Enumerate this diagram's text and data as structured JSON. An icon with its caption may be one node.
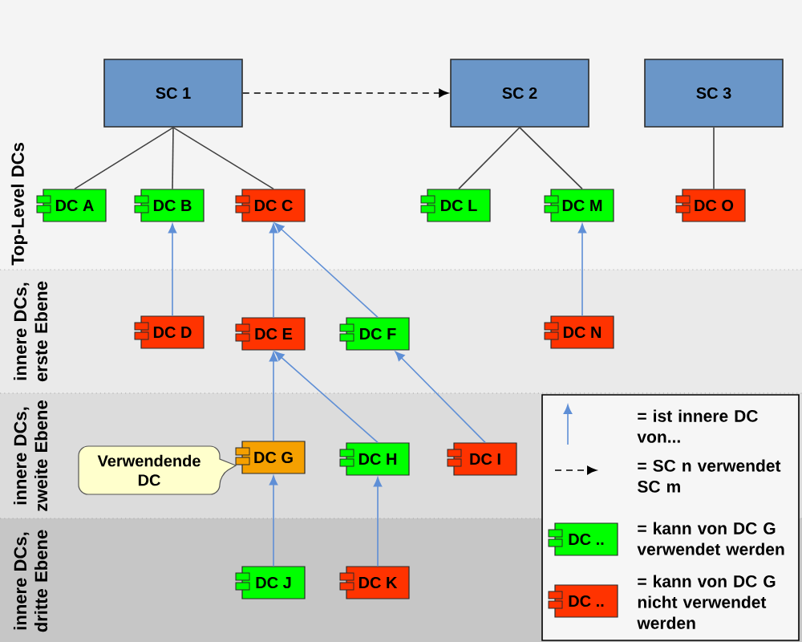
{
  "diagram": {
    "nodes": [
      {
        "text": [
          "Top-Level DCs"
        ]
      },
      {
        "text": [
          "SC 1"
        ],
        "in": 0
      },
      {
        "text": [
          "SC 2"
        ],
        "in": 0
      },
      {
        "text": [
          "SC 3"
        ],
        "in": 0
      },
      {
        "text": [
          "DC A"
        ],
        "in": 0
      },
      {
        "text": [
          "DC B"
        ],
        "in": 0
      },
      {
        "text": [
          "DC C"
        ],
        "in": 0
      },
      {
        "text": [
          "DC L"
        ],
        "in": 0
      },
      {
        "text": [
          "DC M"
        ],
        "in": 0
      },
      {
        "text": [
          "DC O"
        ],
        "in": 0
      },
      {
        "text": [
          "innere DCs, erste Ebene"
        ]
      },
      {
        "text": [
          "DC D"
        ],
        "in": 10
      },
      {
        "text": [
          "DC E"
        ],
        "in": 10
      },
      {
        "text": [
          "DC F"
        ],
        "in": 10
      },
      {
        "text": [
          "DC N"
        ],
        "in": 10
      },
      {
        "text": [
          "innere DCs, zweite Ebene"
        ]
      },
      {
        "text": [
          "Verwendende DC"
        ],
        "in": 15
      },
      {
        "text": [
          "DC G"
        ],
        "in": 15
      },
      {
        "text": [
          "DC H"
        ],
        "in": 15
      },
      {
        "text": [
          "DC I"
        ],
        "in": 15
      },
      {
        "text": [
          "innere DCs, dritte Ebene"
        ]
      },
      {
        "text": [
          "DC J"
        ],
        "in": 20
      },
      {
        "text": [
          "DC K"
        ],
        "in": 20
      },
      {
        "text": [
          "DC .."
        ],
        "in": 20
      },
      {
        "text": [
          "DC .."
        ],
        "in": 20
      }
    ],
    "edges": [
      {
        "from": 1,
        "to": 4,
        "arrow": "none",
        "color": "#404040"
      },
      {
        "from": 1,
        "to": 5,
        "arrow": "none",
        "color": "#404040"
      },
      {
        "from": 1,
        "to": 6,
        "arrow": "none",
        "color": "#404040"
      },
      {
        "from": 1,
        "to": 2,
        "arrow": "to",
        "style": "dashed",
        "color": "#000000"
      },
      {
        "from": 2,
        "to": 7,
        "arrow": "none",
        "color": "#404040"
      },
      {
        "from": 2,
        "to": 8,
        "arrow": "none",
        "color": "#404040"
      },
      {
        "from": 3,
        "to": 9,
        "arrow": "none",
        "color": "#404040"
      },
      {
        "from": 11,
        "to": 5,
        "arrow": "to"
      },
      {
        "from": 12,
        "to": 6,
        "arrow": "to"
      },
      {
        "from": 13,
        "to": 6,
        "arrow": "to"
      },
      {
        "from": 14,
        "to": 8,
        "arrow": "to"
      },
      {
        "from": 17,
        "to": 12,
        "arrow": "to"
      },
      {
        "from": 18,
        "to": 12,
        "arrow": "to"
      },
      {
        "from": 19,
        "to": 13,
        "arrow": "to"
      },
      {
        "from": 21,
        "to": 17,
        "arrow": "to"
      },
      {
        "from": 22,
        "to": 18,
        "arrow": "to"
      }
    ],
    "legend": [
      {
        "text": "= ist innere DC von..."
      },
      {
        "text": "= SC n verwendet SC m"
      },
      {
        "text": "= kann von DC G verwendet werden",
        "color": "#00ff00"
      },
      {
        "text": "= kann von DC G nicht verwendet werden",
        "color": "#ff3300"
      }
    ]
  }
}
